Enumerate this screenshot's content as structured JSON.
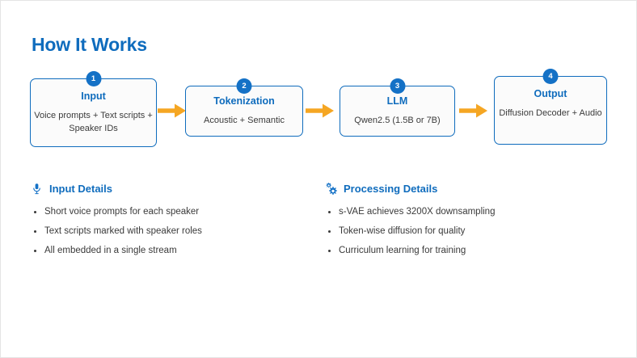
{
  "slide": {
    "title": "How It Works",
    "accent_color": "#0F6CBD",
    "arrow_color": "#F5A623",
    "badge_color": "#1471C6",
    "body_color": "#3a3a3a",
    "background": "#ffffff"
  },
  "flow": {
    "steps": [
      {
        "number": "1",
        "title": "Input",
        "description": "Voice prompts + Text scripts + Speaker IDs"
      },
      {
        "number": "2",
        "title": "Tokenization",
        "description": "Acoustic + Semantic"
      },
      {
        "number": "3",
        "title": "LLM",
        "description": "Qwen2.5 (1.5B or 7B)"
      },
      {
        "number": "4",
        "title": "Output",
        "description": "Diffusion Decoder + Audio"
      }
    ],
    "arrows": [
      {
        "name": "arrow-step-1-to-2"
      },
      {
        "name": "arrow-step-2-to-3"
      },
      {
        "name": "arrow-step-3-to-4"
      }
    ]
  },
  "details": {
    "left": {
      "icon": "microphone-icon",
      "heading": "Input Details",
      "bullets": [
        "Short voice prompts for each speaker",
        "Text scripts marked with speaker roles",
        "All embedded in a single stream"
      ]
    },
    "right": {
      "icon": "gears-icon",
      "heading": "Processing Details",
      "bullets": [
        "s-VAE achieves 3200X downsampling",
        "Token-wise diffusion for quality",
        "Curriculum learning for training"
      ]
    }
  }
}
